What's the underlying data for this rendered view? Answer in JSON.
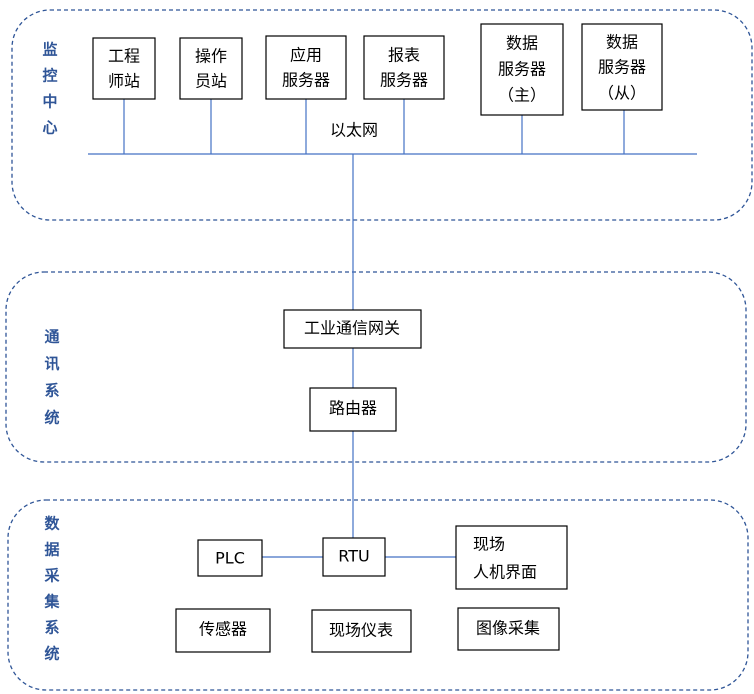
{
  "sections": {
    "monitoring": {
      "title": [
        "监",
        "控",
        "中",
        "心"
      ]
    },
    "communication": {
      "title": [
        "通",
        "讯",
        "系",
        "统"
      ]
    },
    "acquisition": {
      "title": [
        "数",
        "据",
        "采",
        "集",
        "系",
        "统"
      ]
    }
  },
  "nodes": {
    "eng_station": [
      "工程",
      "师站"
    ],
    "op_station": [
      "操作",
      "员站"
    ],
    "app_server": [
      "应用",
      "服务器"
    ],
    "report_server": [
      "报表",
      "服务器"
    ],
    "data_server_main": [
      "数据",
      "服务器",
      "（主）"
    ],
    "data_server_backup": [
      "数据",
      "服务器",
      "（从）"
    ],
    "ethernet": "以太网",
    "gateway": "工业通信网关",
    "router": "路由器",
    "plc": "PLC",
    "rtu": "RTU",
    "hmi": [
      "现场",
      "人机界面"
    ],
    "sensor": "传感器",
    "field_instrument": "现场仪表",
    "image_capture": "图像采集"
  }
}
